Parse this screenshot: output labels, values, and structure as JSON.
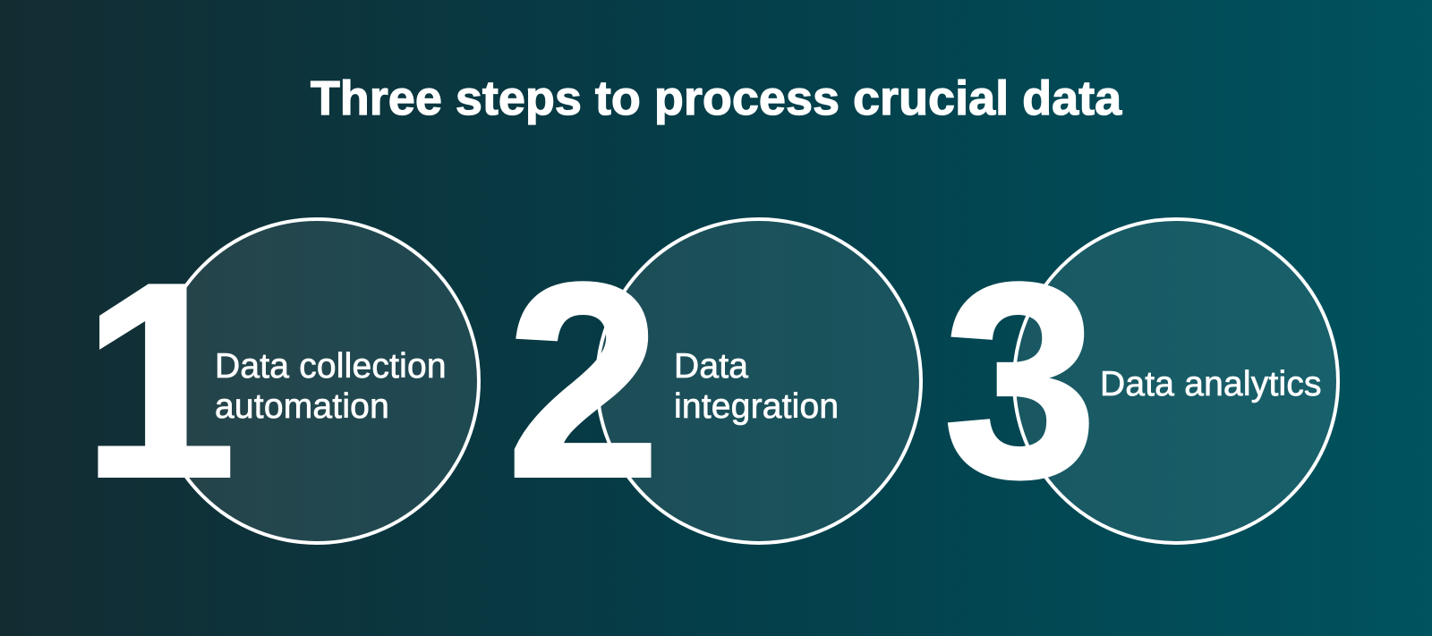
{
  "title": "Three steps to process crucial data",
  "steps": [
    {
      "number": "1",
      "line1": "Data collection",
      "line2": "automation"
    },
    {
      "number": "2",
      "line1": "Data",
      "line2": "integration"
    },
    {
      "number": "3",
      "line1": "Data analytics",
      "line2": ""
    }
  ],
  "colors": {
    "background_left": "#132c32",
    "background_right": "#00535f",
    "circle_outline": "#ffffff",
    "circle_fill_overlay": "rgba(255,255,255,0.095)",
    "text": "#ffffff"
  }
}
